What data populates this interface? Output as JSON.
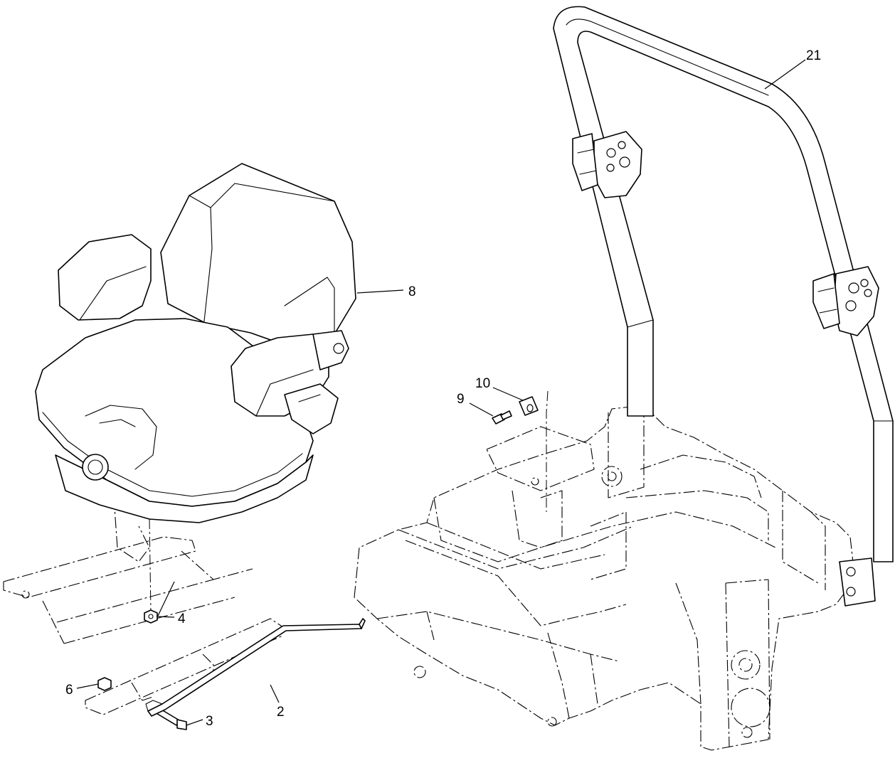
{
  "callouts": {
    "c2": "2",
    "c3": "3",
    "c4": "4",
    "c6": "6",
    "c8": "8",
    "c9": "9",
    "c10": "10",
    "c21": "21"
  }
}
